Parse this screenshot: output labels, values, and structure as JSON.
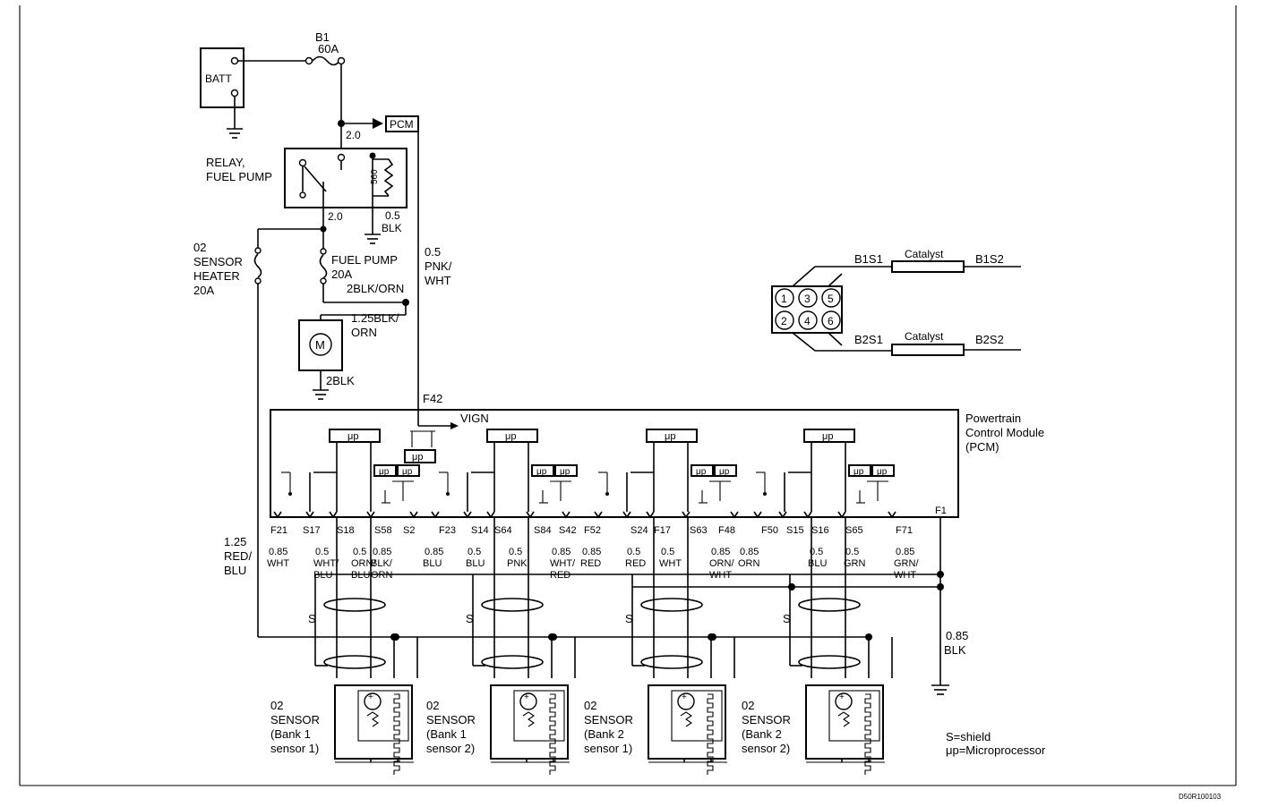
{
  "battery": {
    "label": "BATT"
  },
  "main_fuse": {
    "id": "B1",
    "rating": "60A"
  },
  "pcm_arrow": {
    "label": "PCM"
  },
  "relay": {
    "label_line1": "RELAY,",
    "label_line2": "FUEL PUMP",
    "resistor": "560",
    "wire_in": "2.0",
    "wire_out": "2.0",
    "ground_wire_size": "0.5",
    "ground_wire_color": "BLK"
  },
  "o2_heater_fuse": {
    "line1": "02",
    "line2": "SENSOR",
    "line3": "HEATER",
    "line4": "20A"
  },
  "fuel_pump_fuse": {
    "line1": "FUEL PUMP",
    "line2": "20A",
    "wire": "2BLK/ORN"
  },
  "pcm_feed_wire": {
    "line1": "0.5",
    "line2": "PNK/",
    "line3": "WHT"
  },
  "motor": {
    "symbol": "M",
    "wire_line1": "1.25BLK/",
    "wire_line2": "ORN",
    "ground_wire": "2BLK"
  },
  "pcm": {
    "line1": "Powertrain",
    "line2": "Control Module",
    "line3": "(PCM)",
    "pin_f42": "F42",
    "vign": "VIGN",
    "pin_f1": "F1",
    "up_label": "μp"
  },
  "pins": [
    "F21",
    "S17",
    "S18",
    "S58",
    "S2",
    "F23",
    "S14",
    "S64",
    "S84",
    "S42",
    "F52",
    "S24",
    "F17",
    "S63",
    "F48",
    "F50",
    "S15",
    "S16",
    "S65",
    "F71"
  ],
  "wires": [
    {
      "size": "0.85",
      "color": "WHT"
    },
    {
      "size": "0.5",
      "color": "WHT/",
      "color2": "BLU"
    },
    {
      "size": "0.5",
      "color": "ORN/",
      "color2": "BLU"
    },
    {
      "size": "0.85",
      "color": "BLK/",
      "color2": "ORN"
    },
    {
      "size": "0.85",
      "color": "BLU"
    },
    {
      "size": "0.5",
      "color": "BLU"
    },
    {
      "size": "0.5",
      "color": "PNK"
    },
    {
      "size": "0.85",
      "color": "WHT/",
      "color2": "RED"
    },
    {
      "size": "0.85",
      "color": "RED"
    },
    {
      "size": "0.5",
      "color": "RED"
    },
    {
      "size": "0.5",
      "color": "WHT"
    },
    {
      "size": "0.85",
      "color": "ORN/",
      "color2": "WHT"
    },
    {
      "size": "0.85",
      "color": "ORN"
    },
    {
      "size": "0.5",
      "color": "BLU"
    },
    {
      "size": "0.5",
      "color": "GRN"
    },
    {
      "size": "0.85",
      "color": "GRN/",
      "color2": "WHT"
    }
  ],
  "heater_feed_wire": {
    "size": "1.25",
    "color1": "RED/",
    "color2": "BLU"
  },
  "ground_wire": {
    "size": "0.85",
    "color": "BLK"
  },
  "shield_label": "S",
  "sensors": [
    {
      "line1": "02",
      "line2": "SENSOR",
      "line3": "(Bank 1",
      "line4": "sensor 1)"
    },
    {
      "line1": "02",
      "line2": "SENSOR",
      "line3": "(Bank 1",
      "line4": "sensor 2)"
    },
    {
      "line1": "02",
      "line2": "SENSOR",
      "line3": "(Bank 2",
      "line4": "sensor 1)"
    },
    {
      "line1": "02",
      "line2": "SENSOR",
      "line3": "(Bank 2",
      "line4": "sensor 2)"
    }
  ],
  "engine_layout": {
    "cylinders": [
      "1",
      "3",
      "5",
      "2",
      "4",
      "6"
    ],
    "b1s1": "B1S1",
    "b1s2": "B1S2",
    "b2s1": "B2S1",
    "b2s2": "B2S2",
    "catalyst": "Catalyst"
  },
  "legend": {
    "line1": "S=shield",
    "line2": "μp=Microprocessor"
  },
  "doc_code": "D50R100103"
}
